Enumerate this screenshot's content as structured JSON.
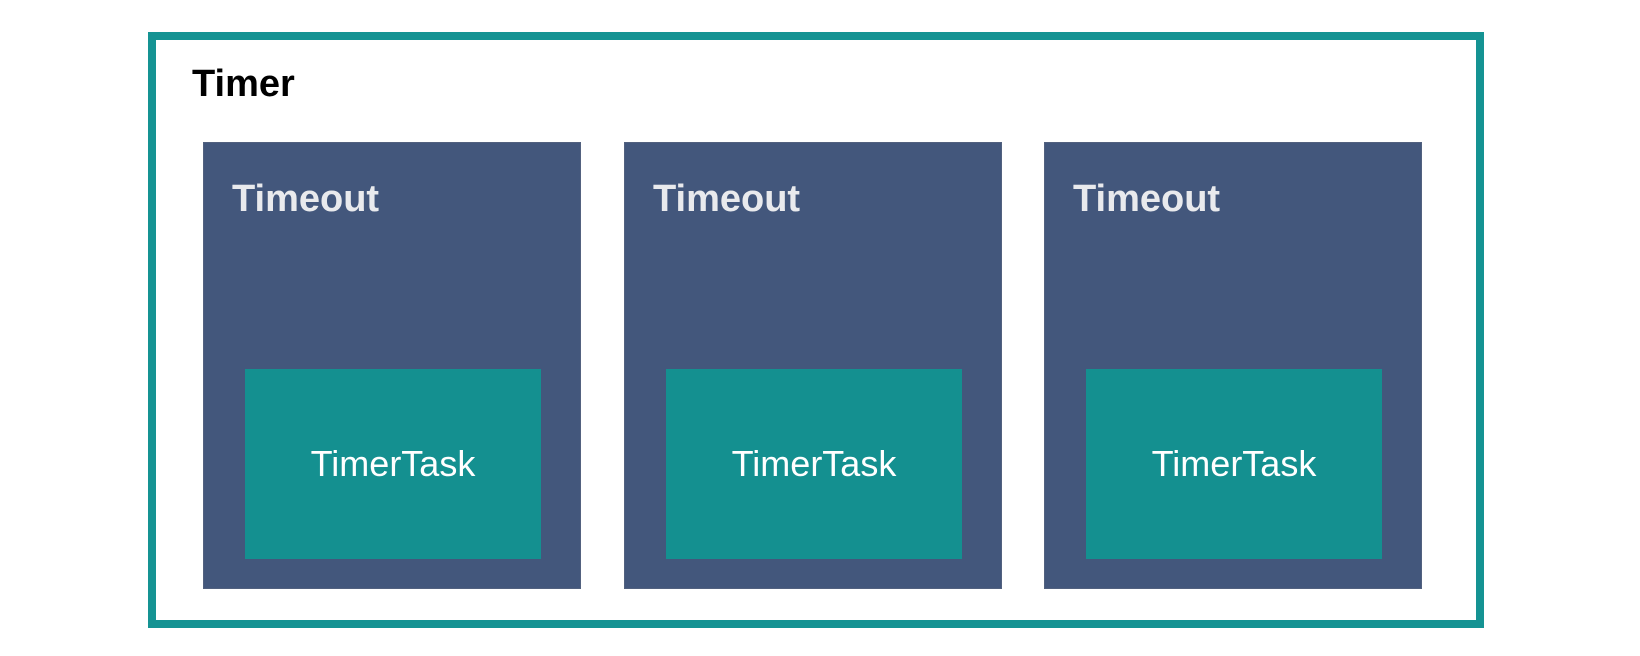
{
  "timer": {
    "title": "Timer"
  },
  "timeouts": [
    {
      "label": "Timeout",
      "task": {
        "label": "TimerTask"
      }
    },
    {
      "label": "Timeout",
      "task": {
        "label": "TimerTask"
      }
    },
    {
      "label": "Timeout",
      "task": {
        "label": "TimerTask"
      }
    }
  ],
  "colors": {
    "timer_border": "#159393",
    "timeout_fill": "#43577c",
    "timeout_text": "#e9eaed",
    "task_fill": "#149090",
    "task_text": "#ffffff"
  }
}
